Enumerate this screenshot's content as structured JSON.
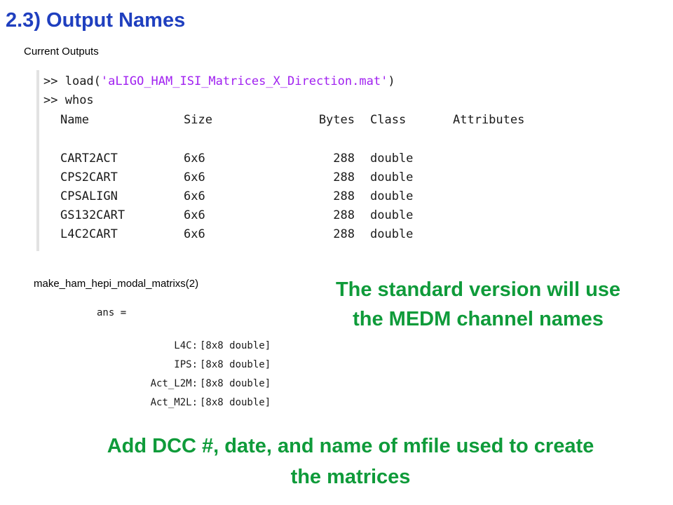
{
  "slide": {
    "title": "2.3) Output Names",
    "subtitle": "Current Outputs"
  },
  "console": {
    "command1": {
      "prompt": ">> ",
      "function": "load(",
      "argument": "'aLIGO_HAM_ISI_Matrices_X_Direction.mat'",
      "close": ")"
    },
    "command2": {
      "prompt": ">> ",
      "text": "whos"
    },
    "headers": {
      "name": "Name",
      "size": "Size",
      "bytes": "Bytes",
      "class": "Class",
      "attributes": "Attributes"
    },
    "rows": [
      {
        "name": "CART2ACT",
        "size": "6x6",
        "bytes": "288",
        "class": "double"
      },
      {
        "name": "CPS2CART",
        "size": "6x6",
        "bytes": "288",
        "class": "double"
      },
      {
        "name": "CPSALIGN",
        "size": "6x6",
        "bytes": "288",
        "class": "double"
      },
      {
        "name": "GS132CART",
        "size": "6x6",
        "bytes": "288",
        "class": "double"
      },
      {
        "name": "L4C2CART",
        "size": "6x6",
        "bytes": "288",
        "class": "double"
      }
    ]
  },
  "function_call": "make_ham_hepi_modal_matrixs(2)",
  "ans": {
    "label": "ans =",
    "fields": [
      {
        "name": "L4C:",
        "value": "[8x8 double]"
      },
      {
        "name": "IPS:",
        "value": "[8x8 double]"
      },
      {
        "name": "Act_L2M:",
        "value": "[8x8 double]"
      },
      {
        "name": "Act_M2L:",
        "value": "[8x8 double]"
      }
    ]
  },
  "notes": {
    "standard_version": {
      "line1": "The standard version will use",
      "line2": "the MEDM channel names"
    },
    "todo": {
      "line1": "Add DCC #, date, and name of mfile used to create",
      "line2": "the matrices"
    }
  },
  "colors": {
    "title": "#1f3fbf",
    "note": "#0f9b3a",
    "string_literal": "#a020f0"
  }
}
